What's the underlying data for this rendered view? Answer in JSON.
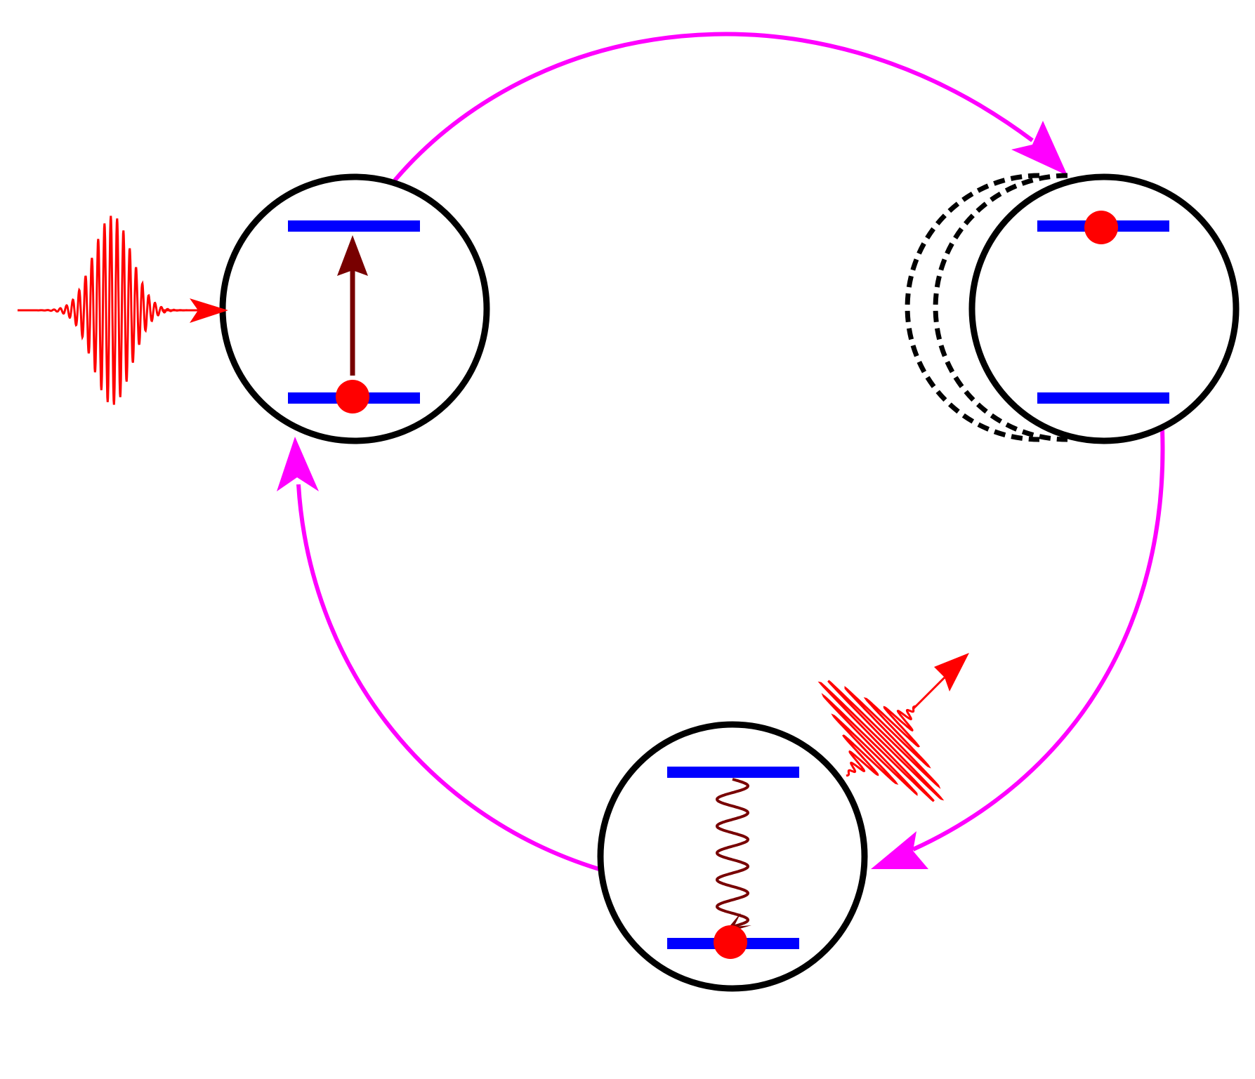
{
  "diagram": {
    "description_visible_text": [],
    "colors": {
      "cycle_arrow": "#ff00ff",
      "atom_outline": "#000000",
      "energy_level": "#0000ff",
      "electron": "#ff0000",
      "photon": "#ff0000",
      "transition": "#780000"
    },
    "atoms": [
      {
        "id": "absorbing-atom",
        "electron_level": "lower",
        "transition": "upward-arrow",
        "photon": "incoming-pulse"
      },
      {
        "id": "excited-atom",
        "electron_level": "upper",
        "recoil_trail": "dashed-outlines"
      },
      {
        "id": "emitting-atom",
        "electron_level": "lower",
        "transition": "wavy-downward",
        "photon": "outgoing-pulse"
      }
    ],
    "cycle_order": [
      "absorbing-atom",
      "excited-atom",
      "emitting-atom"
    ]
  }
}
